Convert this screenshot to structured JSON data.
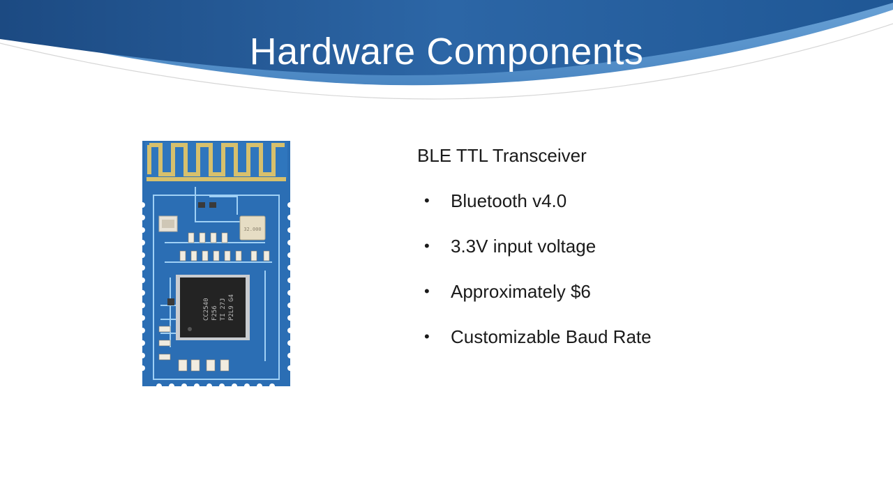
{
  "slide": {
    "title": "Hardware Components",
    "heading": "BLE TTL Transceiver",
    "bullets": [
      "Bluetooth v4.0",
      "3.3V input voltage",
      "Approximately $6",
      "Customizable Baud Rate"
    ]
  },
  "module_image": {
    "description_icon": "bluetooth-module-image",
    "chip_marking": [
      "CC2540",
      "F256",
      "TI 27J",
      "P2L9 G4"
    ],
    "crystal_marking": "32.000"
  },
  "colors": {
    "header_dark": "#1d4e86",
    "header_light": "#3f7fbf",
    "pcb_blue": "#2a6fb5",
    "antenna_gold": "#d9c06a"
  }
}
